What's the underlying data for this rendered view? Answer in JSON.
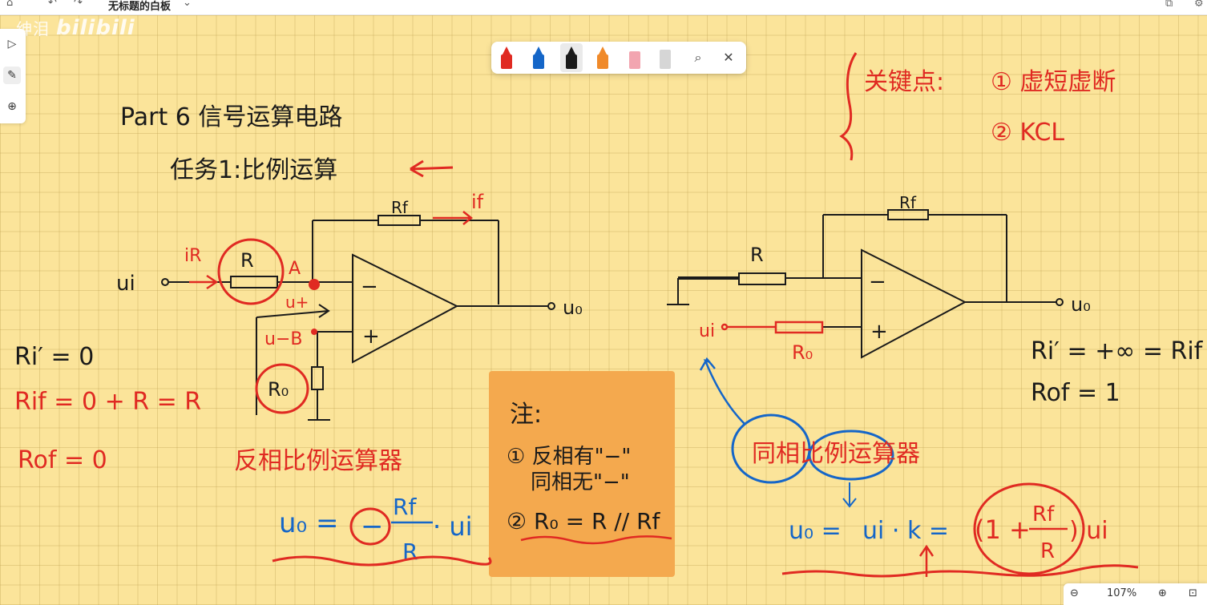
{
  "app": {
    "title": "无标题的白板",
    "nav_home": "⌂",
    "nav_undo": "↶",
    "nav_redo": "↷",
    "title_chevron": "⌄",
    "right_icons": [
      "⧉",
      "⚙"
    ],
    "watermark": "绅泪",
    "watermark_logo": "bilibili"
  },
  "left_toolbar": {
    "items": [
      {
        "name": "select-tool",
        "glyph": "▷"
      },
      {
        "name": "pen-tool",
        "glyph": "✎"
      },
      {
        "name": "add-tool",
        "glyph": "⊕"
      }
    ]
  },
  "pen_toolbar": {
    "pens": [
      {
        "name": "red-pen",
        "color": "#e02a22"
      },
      {
        "name": "blue-pen",
        "color": "#1566c8"
      },
      {
        "name": "black-pen",
        "color": "#1a1a1a"
      },
      {
        "name": "orange-highlighter",
        "color": "#f08a2a"
      },
      {
        "name": "eraser",
        "color": "#f2a5b0"
      },
      {
        "name": "ruler",
        "color": "#d0d0d0"
      }
    ],
    "lasso_icon": "⌕",
    "close_icon": "✕"
  },
  "zoom": {
    "out": "⊖",
    "level": "107%",
    "in": "⊕",
    "fit": "⊡"
  },
  "board": {
    "heading": "Part 6  信号运算电路",
    "task": "任务1:比例运算",
    "key_points": {
      "label": "关键点:",
      "p1": "① 虚短虚断",
      "p2": "② KCL"
    },
    "left_circuit": {
      "ui": "ui",
      "iR": "iR",
      "R": "R",
      "A": "A",
      "Rf": "Rf",
      "if": "if",
      "minus": "−",
      "plus": "+",
      "uplus": "u+",
      "uB": "u−B",
      "R0": "R₀",
      "uo": "u₀"
    },
    "left_results": {
      "ri": "Ri′ = 0",
      "rif": "Rif = 0 + R = R",
      "rof": "Rof = 0"
    },
    "left_caption": "反相比例运算器",
    "left_formula": {
      "lhs": "u₀ =",
      "neg": "−",
      "num": "Rf",
      "den": "R",
      "rhs": "· ui"
    },
    "note": {
      "title": "注:",
      "line1": "① 反相有\"−\"",
      "line2": "同相无\"−\"",
      "line3": "② R₀ = R // Rf"
    },
    "right_circuit": {
      "Rf": "Rf",
      "R": "R",
      "minus": "−",
      "plus": "+",
      "ui": "ui",
      "R0": "R₀",
      "uo": "u₀"
    },
    "right_results": {
      "ri": "Ri′ = +∞ = Rif",
      "rof": "Rof = 1"
    },
    "right_caption": "同相比例运算器",
    "right_formula": {
      "lhs": "u₀ =",
      "mid": "ui · k =",
      "open": "(1 +",
      "num": "Rf",
      "den": "R",
      "rhs": ") ui"
    }
  }
}
